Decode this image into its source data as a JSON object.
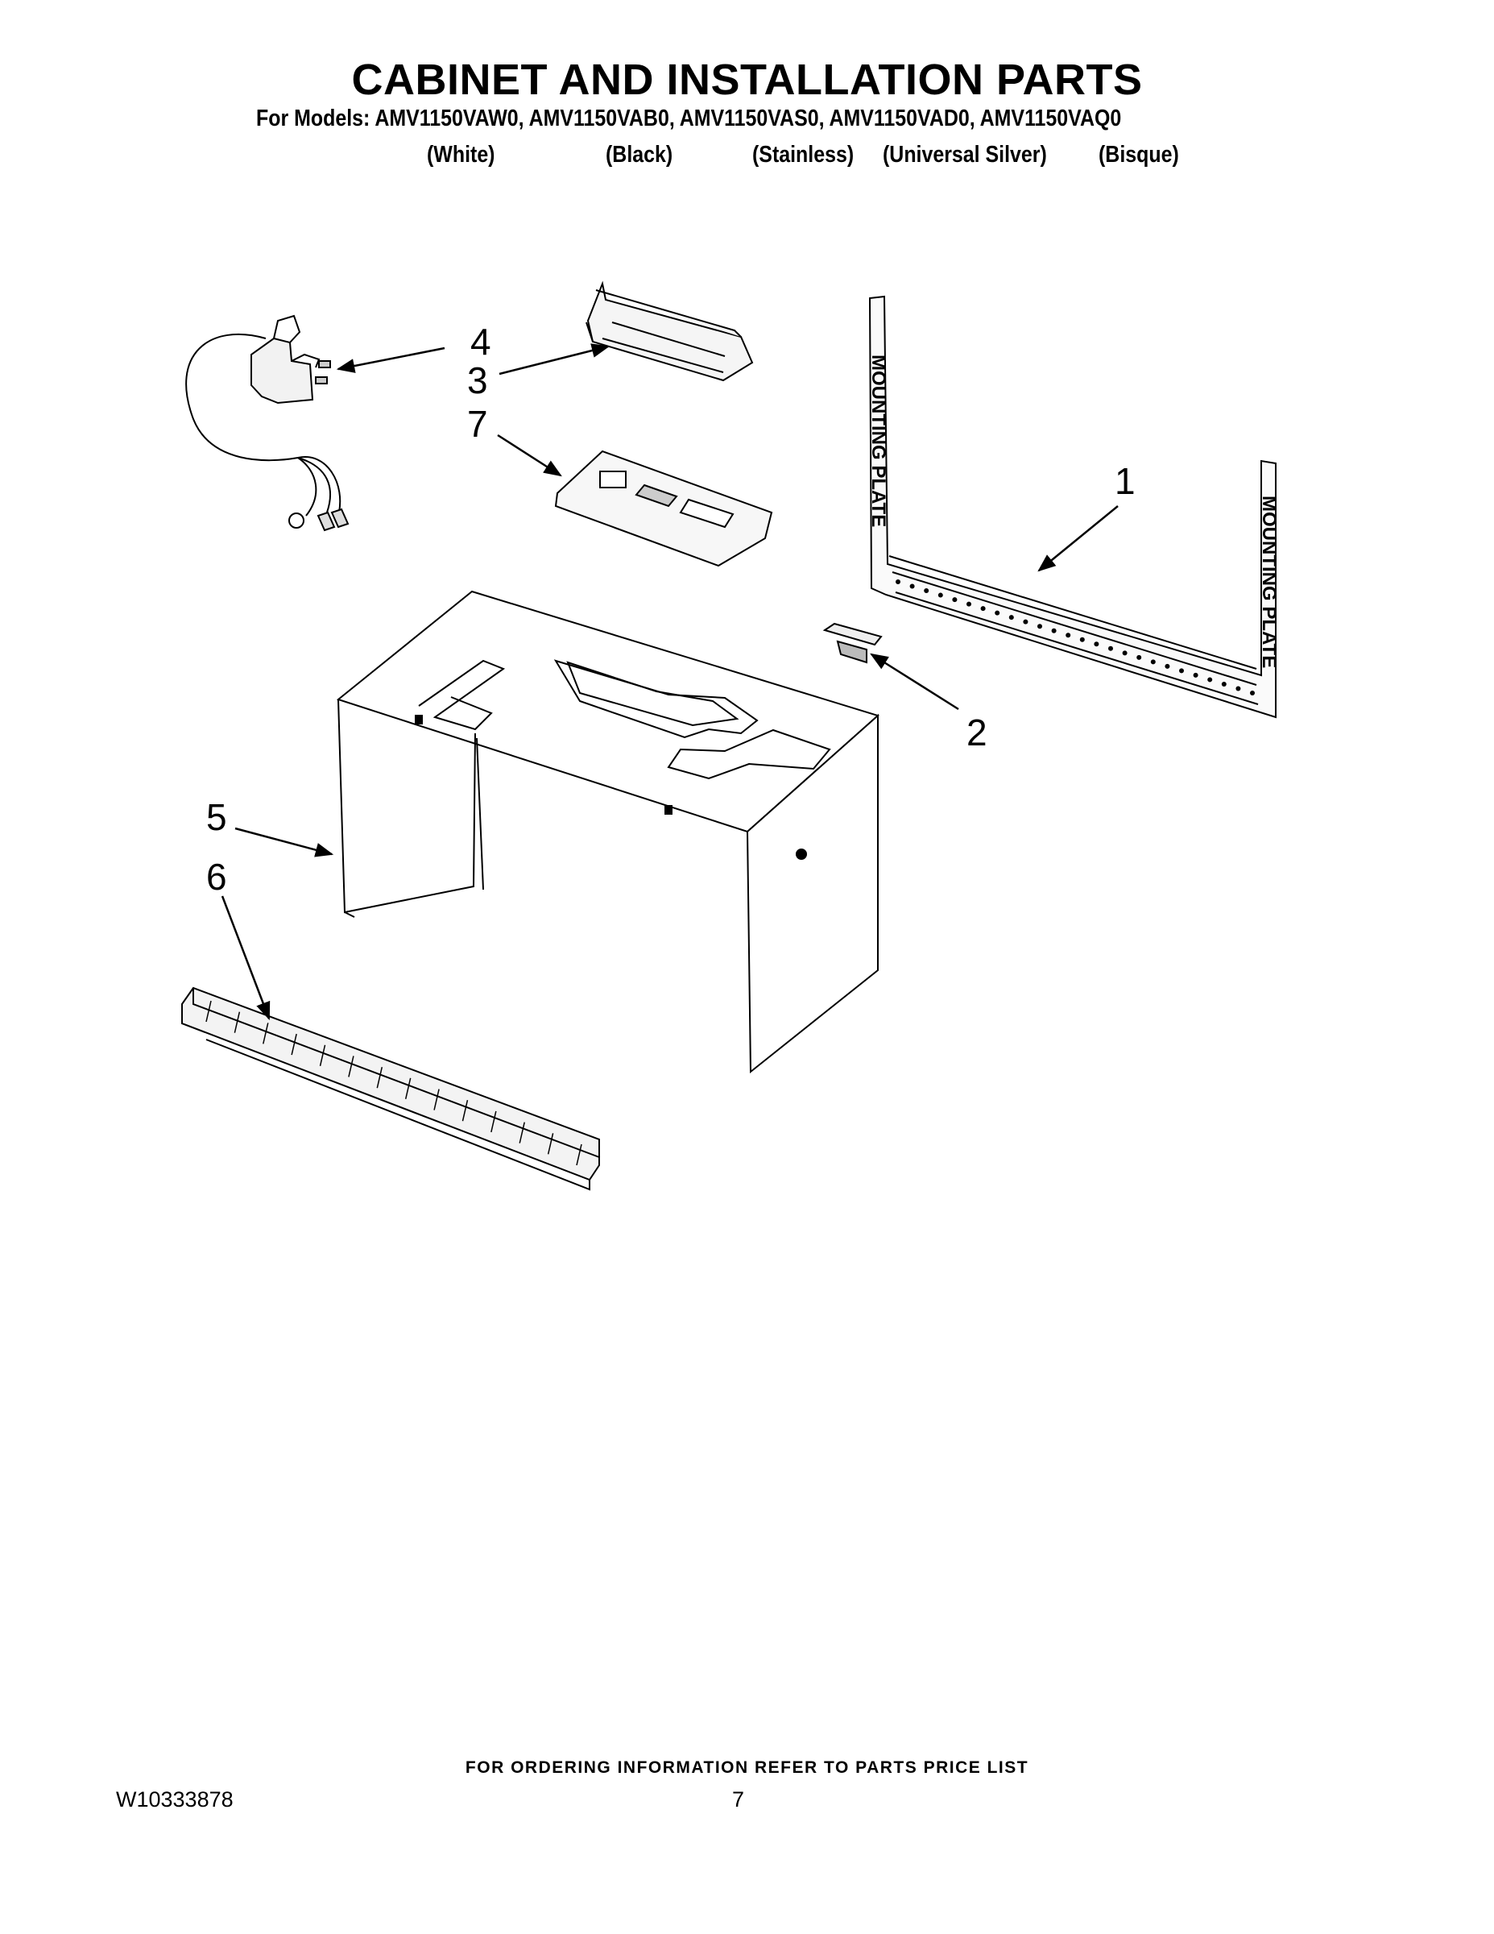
{
  "title": "CABINET AND INSTALLATION PARTS",
  "models_line": "For Models: AMV1150VAW0, AMV1150VAB0, AMV1150VAS0, AMV1150VAD0, AMV1150VAQ0",
  "colors": [
    "(White)",
    "(Black)",
    "(Stainless)",
    "(Universal Silver)",
    "(Bisque)"
  ],
  "plate_text": "MOUNTING PLATE",
  "callouts": [
    "1",
    "2",
    "3",
    "4",
    "5",
    "6",
    "7"
  ],
  "footer_note": "FOR ORDERING INFORMATION REFER TO PARTS PRICE LIST",
  "doc_number": "W10333878",
  "page_number": "7"
}
